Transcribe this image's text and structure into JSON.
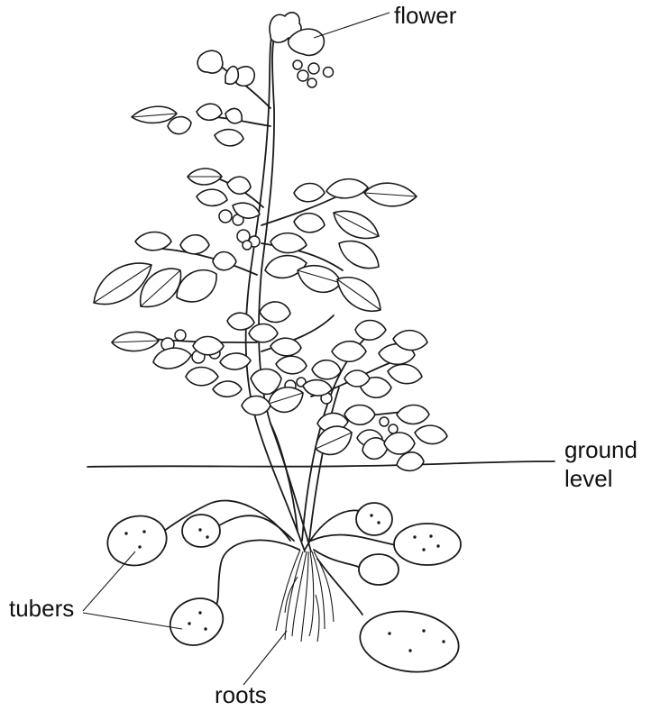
{
  "labels": {
    "flower": "flower",
    "ground_level_line1": "ground",
    "ground_level_line2": "level",
    "tubers": "tubers",
    "roots": "roots"
  }
}
